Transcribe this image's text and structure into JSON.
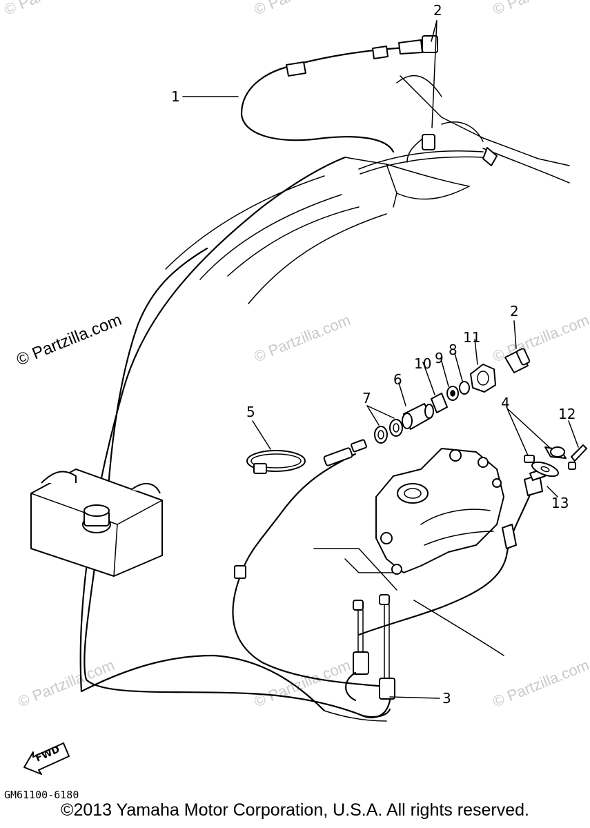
{
  "watermark": "© Partzilla.com",
  "diagram_code": "GM61100-6180",
  "fwd_label": "FWD",
  "copyright": "©2013 Yamaha Motor Corporation, U.S.A. All rights reserved.",
  "callouts": {
    "c1": "1",
    "c2a": "2",
    "c2b": "2",
    "c3": "3",
    "c4": "4",
    "c5": "5",
    "c6": "6",
    "c7": "7",
    "c8": "8",
    "c9": "9",
    "c10": "10",
    "c11": "11",
    "c12": "12",
    "c13": "13"
  }
}
